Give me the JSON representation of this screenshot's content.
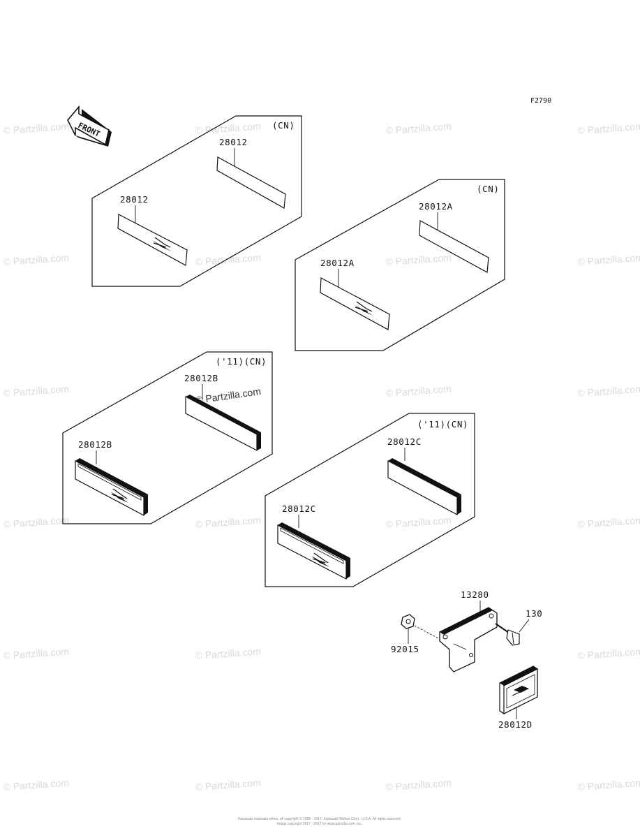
{
  "figure_code": "F2790",
  "front_label": "FRONT",
  "watermark": "© Partzilla.com",
  "footer": {
    "line1": "Kawasaki materials within, all copyright © 1995 - 2017, Kawasaki Motors Corp., U.S.A. All rights reserved.",
    "line2": "Image copyright 2017 - 2017 by www.partzilla.com, inc."
  },
  "groups": [
    {
      "id": "group-1",
      "tag": "(CN)",
      "top_part": "28012",
      "bottom_part": "28012"
    },
    {
      "id": "group-2",
      "tag": "(CN)",
      "top_part": "28012A",
      "bottom_part": "28012A"
    },
    {
      "id": "group-3",
      "tag": "('11)(CN)",
      "top_part": "28012B",
      "bottom_part": "28012B"
    },
    {
      "id": "group-4",
      "tag": "('11)(CN)",
      "top_part": "28012C",
      "bottom_part": "28012C"
    }
  ],
  "bracket_assembly": {
    "bracket": "13280",
    "bolt": "130",
    "nut": "92015",
    "reflector": "28012D"
  }
}
